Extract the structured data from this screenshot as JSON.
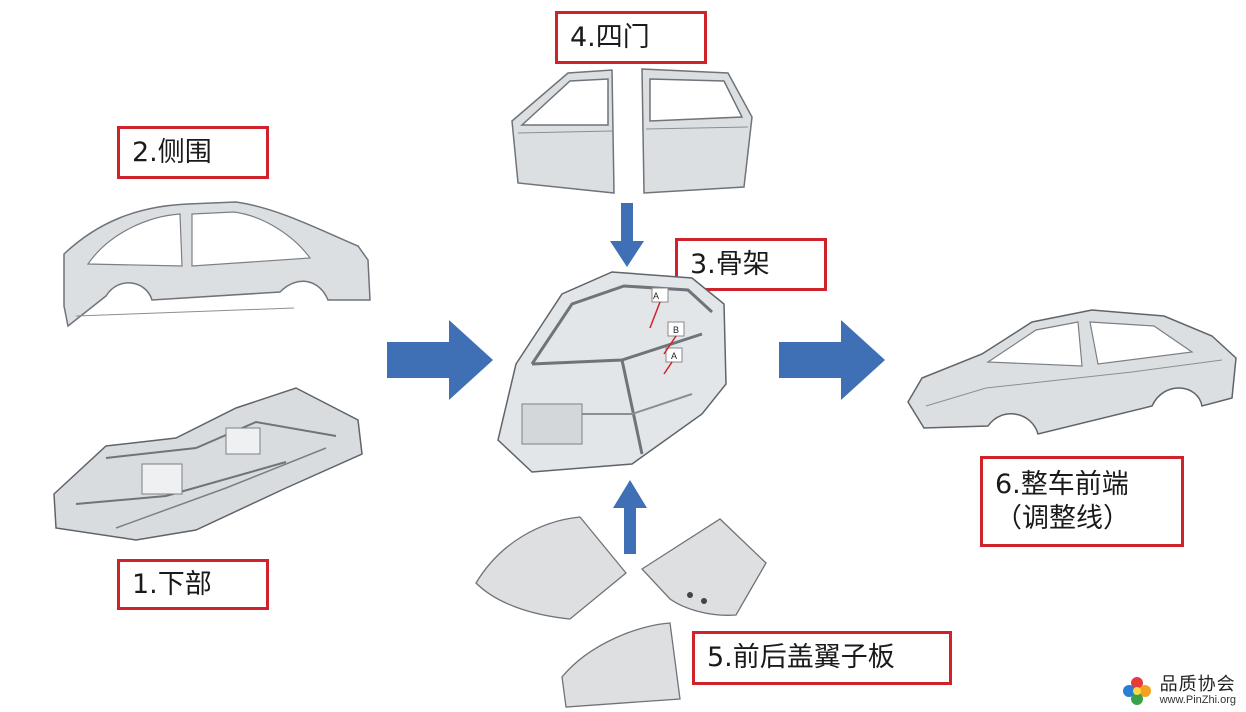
{
  "labels": {
    "underbody": "1.下部",
    "side_frame": "2.侧围",
    "skeleton": "3.骨架",
    "doors": "4.四门",
    "closures": "5.前后盖翼子板",
    "complete_line1": "6.整车前端",
    "complete_line2": "（调整线）"
  },
  "annotations": {
    "a1": "A",
    "b": "B",
    "a2": "A"
  },
  "watermark": {
    "title": "品质协会",
    "url": "www.PinZhi.org"
  },
  "colors": {
    "label_border": "#d0222a",
    "arrow": "#3f6fb5",
    "part_fill": "#d9dcdf",
    "part_stroke": "#6f747a"
  }
}
